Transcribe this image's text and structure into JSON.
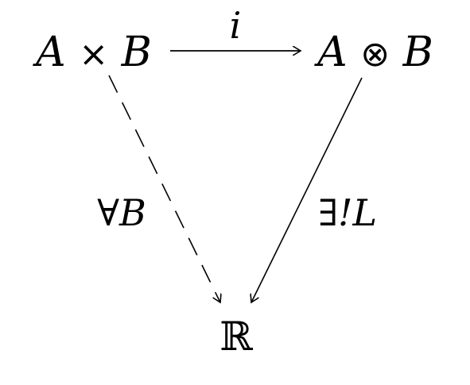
{
  "nodes": {
    "top_left": {
      "a": "A",
      "op": "×",
      "b": "B"
    },
    "top_right": {
      "a": "A",
      "op": "⊗",
      "b": "B"
    },
    "bottom": {
      "text": "ℝ"
    }
  },
  "labels": {
    "top_arrow": "i",
    "left_arrow": "∀B",
    "right_arrow": "∃!L"
  },
  "colors": {
    "stroke": "#000000",
    "background": "#ffffff"
  }
}
